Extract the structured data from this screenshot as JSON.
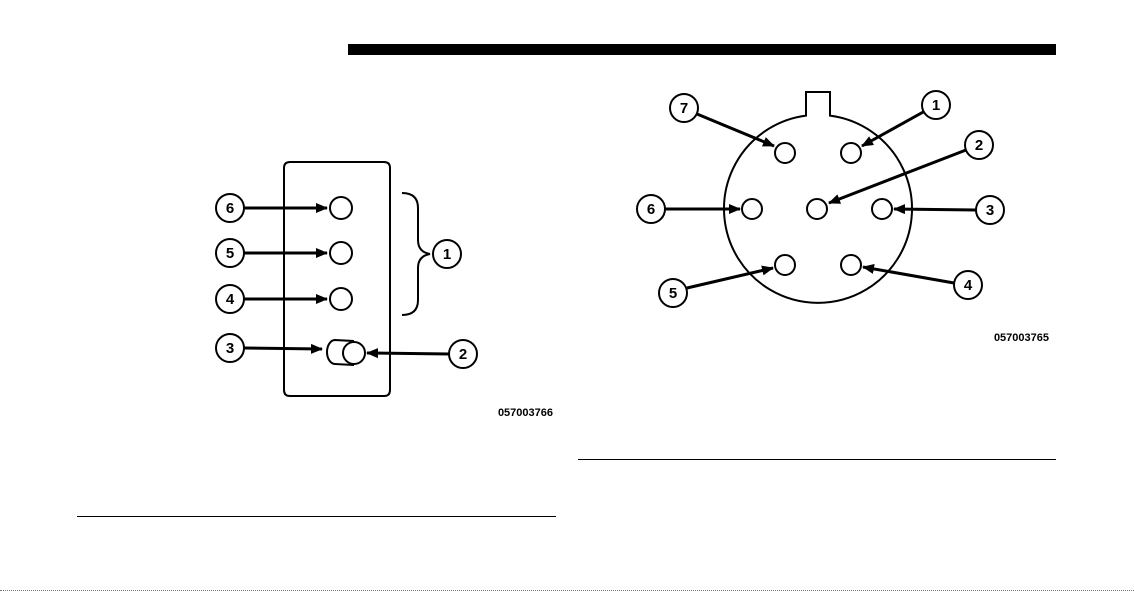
{
  "left_figure": {
    "code": "057003766",
    "callouts": [
      "1",
      "2",
      "3",
      "4",
      "5",
      "6"
    ]
  },
  "right_figure": {
    "code": "057003765",
    "callouts": [
      "1",
      "2",
      "3",
      "4",
      "5",
      "6",
      "7"
    ]
  },
  "colors": {
    "ink": "#000000",
    "background": "#ffffff"
  }
}
